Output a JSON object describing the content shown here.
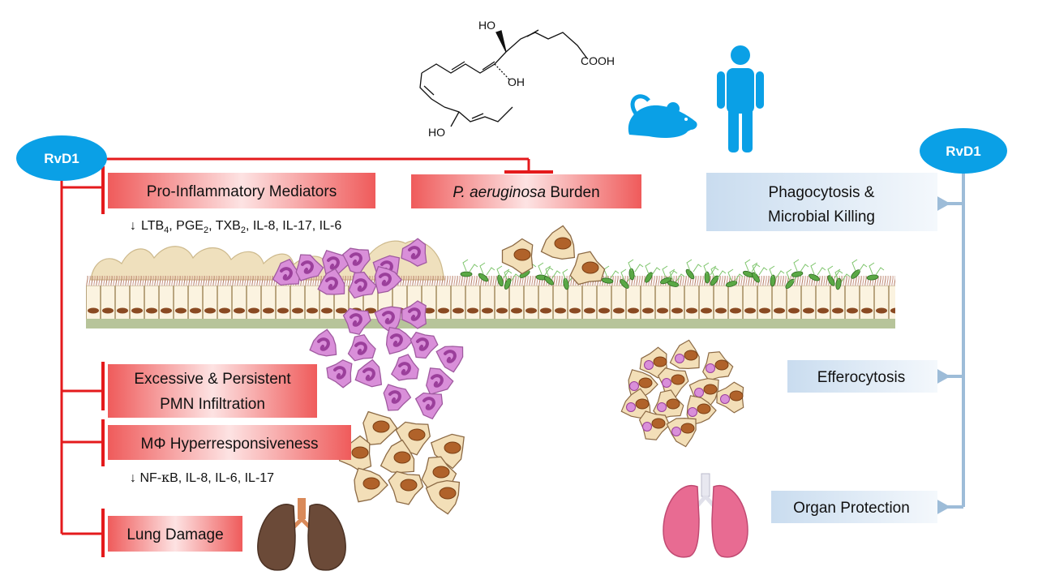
{
  "colors": {
    "red_line": "#e41a1c",
    "blue_line": "#9dbcd8",
    "ellipse": "#0aa0e6",
    "icon_blue": "#0aa0e6",
    "red_box": "#ef6f6f",
    "blue_box": "#dce8f4",
    "pmn": "#d98fd9",
    "macrophage": "#f3dfb8",
    "nucleus": "#b0622a",
    "bacteria": "#5aa845",
    "tissue_green": "#b7c49a",
    "healthy_lung": "#e86b92",
    "damaged_lung": "#6b4a38"
  },
  "left": {
    "ellipse_label": "RvD1",
    "pro_inflammatory": "Pro-Inflammatory Mediators",
    "mediators_arrow": "↓",
    "mediators": [
      {
        "base": "LTB",
        "sub": "4",
        "sep": ", "
      },
      {
        "base": "PGE",
        "sub": "2",
        "sep": ", "
      },
      {
        "base": "TXB",
        "sub": "2",
        "sep": ", IL-8, IL-17, IL-6"
      }
    ],
    "burden_italic": "P. aeruginosa",
    "burden_rest": " Burden",
    "pmn_line1": "Excessive & Persistent",
    "pmn_line2": "PMN Infiltration",
    "mphi_symbol": "MΦ",
    "mphi_rest": " Hyperresponsiveness",
    "mphi_markers_arrow": "↓",
    "mphi_markers_a": " NF-",
    "mphi_markers_kappa": "κ",
    "mphi_markers_b": "B, IL-8, IL-6, IL-17",
    "lung_damage": "Lung Damage"
  },
  "right": {
    "ellipse_label": "RvD1",
    "phago_line1": "Phagocytosis &",
    "phago_line2": "Microbial Killing",
    "efferocytosis": "Efferocytosis",
    "organ_protection": "Organ Protection"
  },
  "molecule": {
    "ho_top": "HO",
    "oh_mid": "OH",
    "cooh": "COOH",
    "ho_bottom": "HO"
  },
  "icons": [
    "mouse-icon",
    "human-icon",
    "damaged-lung-icon",
    "healthy-lung-icon"
  ]
}
